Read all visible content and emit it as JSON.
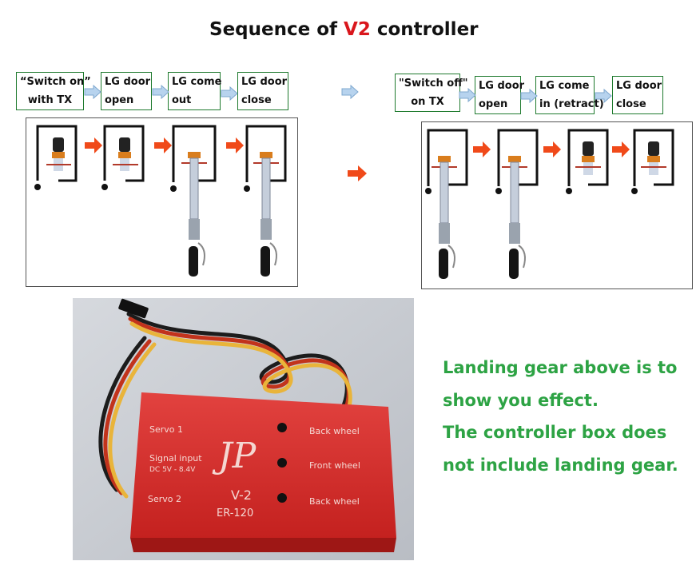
{
  "title": {
    "prefix": "Sequence of ",
    "highlight": "V2",
    "suffix": " controller"
  },
  "sequence_on": [
    {
      "line1": "“Switch on”",
      "line2": "with TX"
    },
    {
      "line1": "LG door",
      "line2": "open"
    },
    {
      "line1": "LG come",
      "line2": "out"
    },
    {
      "line1": "LG door",
      "line2": "close"
    }
  ],
  "sequence_off": [
    {
      "line1": "\"Switch off\"",
      "line2": "on TX"
    },
    {
      "line1": "LG door",
      "line2": "open"
    },
    {
      "line1": "LG come",
      "line2": "in (retract)"
    },
    {
      "line1": "LG door",
      "line2": "close"
    }
  ],
  "device": {
    "logo": "JP",
    "model": "V-2",
    "code": "ER-120",
    "left_labels": [
      "Servo 1",
      "Signal input",
      "DC 5V - 8.4V",
      "Servo 2"
    ],
    "right_labels": [
      "Back wheel",
      "Front wheel",
      "Back wheel"
    ]
  },
  "note": [
    "Landing gear above is to",
    "show you effect.",
    "The controller box does",
    "not include landing gear."
  ],
  "colors": {
    "accent_red": "#d9161c",
    "note_green": "#2da344",
    "step_border": "#1f7a2e",
    "arrow_blue": "#9cc3e6",
    "arrow_orange": "#f04a1a"
  }
}
